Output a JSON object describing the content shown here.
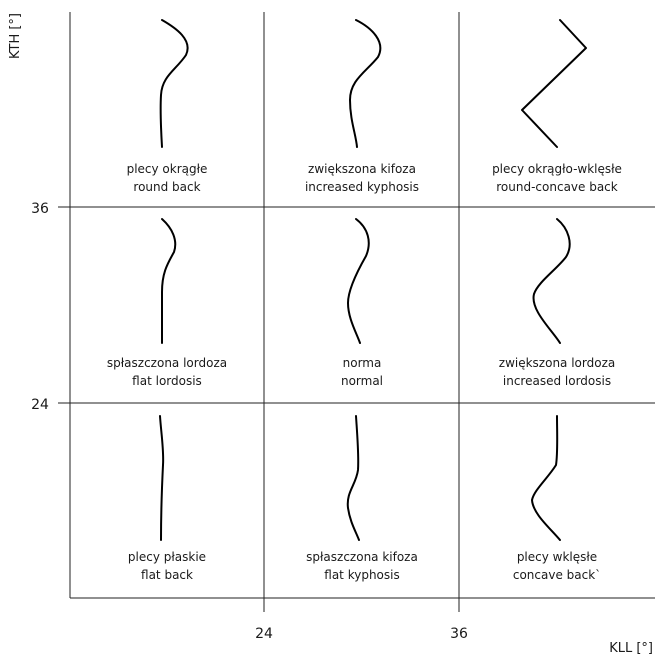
{
  "axes": {
    "x_title": "KLL [°]",
    "y_title": "KTH [°]",
    "x_ticks": [
      "24",
      "36"
    ],
    "y_ticks": [
      "36",
      "24"
    ]
  },
  "cells": [
    {
      "line1": "plecy okrągłe",
      "line2": "round back"
    },
    {
      "line1": "zwiększona kifoza",
      "line2": "increased kyphosis"
    },
    {
      "line1": "plecy okrągło-wklęsłe",
      "line2": "round-concave back"
    },
    {
      "line1": "spłaszczona lordoza",
      "line2": "flat lordosis"
    },
    {
      "line1": "norma",
      "line2": "normal"
    },
    {
      "line1": "zwiększona lordoza",
      "line2": "increased lordosis"
    },
    {
      "line1": "plecy płaskie",
      "line2": "flat back"
    },
    {
      "line1": "spłaszczona kifoza",
      "line2": "flat kyphosis"
    },
    {
      "line1": "plecy wklęsłe",
      "line2": "concave back`"
    }
  ]
}
